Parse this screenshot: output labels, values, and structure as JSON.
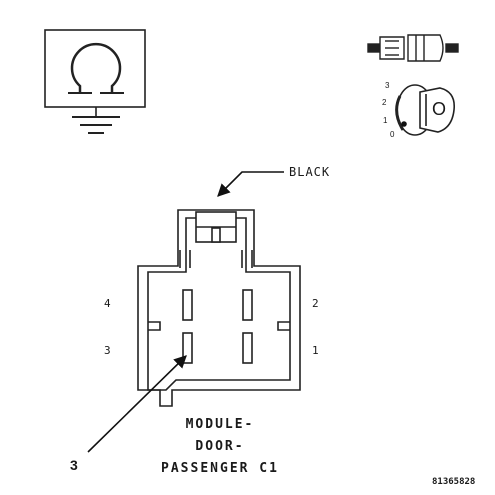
{
  "symbols": {
    "ground_symbol_icon": "ohm-ground-symbol-icon",
    "ignition_key_icon": "ignition-key-icon",
    "connector_icon": "connector-icon",
    "key_positions": [
      "3",
      "2",
      "1",
      "0"
    ],
    "key_letter": "O"
  },
  "connector": {
    "wire_color_label": "BLACK",
    "pins_left": [
      "4",
      "3"
    ],
    "pins_right": [
      "2",
      "1"
    ],
    "title_lines": [
      "MODULE-",
      "DOOR-",
      "PASSENGER C1"
    ]
  },
  "callout": {
    "number": "3"
  },
  "figure_id": "81365828"
}
